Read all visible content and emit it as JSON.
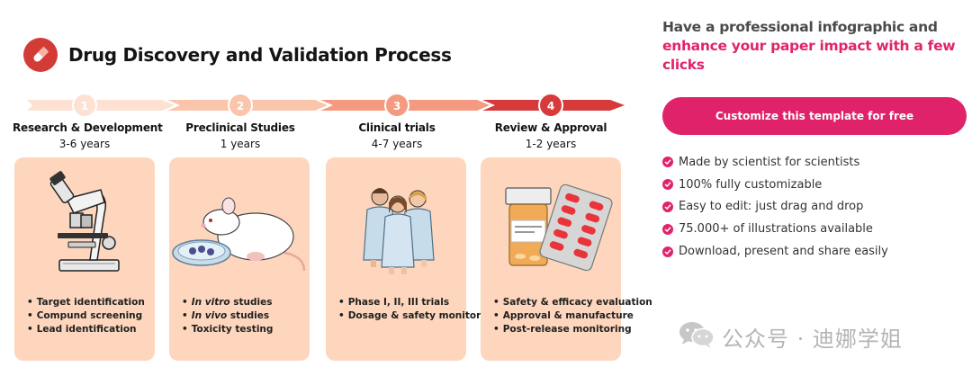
{
  "title": "Drug Discovery and Validation Process",
  "colors": {
    "brand_red": "#d33b37",
    "accent_pink": "#e0246b",
    "card_bg": "#fdd6bd"
  },
  "stages": [
    {
      "number": "1",
      "name": "Research & Development",
      "duration": "3-6 years",
      "items": [
        "Target identification",
        "Compund screening",
        "Lead identification"
      ],
      "illustration": "microscope"
    },
    {
      "number": "2",
      "name": "Preclinical Studies",
      "duration": "1 years",
      "items": [
        {
          "lead": "In vitro",
          "rest": " studies"
        },
        {
          "lead": "In vivo",
          "rest": " studies"
        },
        "Toxicity testing"
      ],
      "illustration": "lab-rat-petri-dish"
    },
    {
      "number": "3",
      "name": "Clinical trials",
      "duration": "4-7 years",
      "items": [
        "Phase I, II, III trials",
        "Dosage & safety  monitoring"
      ],
      "illustration": "patients"
    },
    {
      "number": "4",
      "name": "Review & Approval",
      "duration": "1-2 years",
      "items": [
        "Safety & efficacy evaluation",
        "Approval & manufacture",
        "Post-release monitoring"
      ],
      "illustration": "pill-bottle-blister"
    }
  ],
  "promo": {
    "heading_plain": "Have a professional infographic and ",
    "heading_accent": "enhance your paper impact with a few clicks",
    "cta_label": "Customize this template for free",
    "features": [
      "Made by scientist for scientists",
      "100% fully customizable",
      "Easy to edit: just drag and drop",
      "75.000+ of illustrations available",
      "Download, present and share easily"
    ]
  },
  "watermark": {
    "text": "公众号 · 迪娜学姐",
    "icon": "wechat-icon"
  }
}
